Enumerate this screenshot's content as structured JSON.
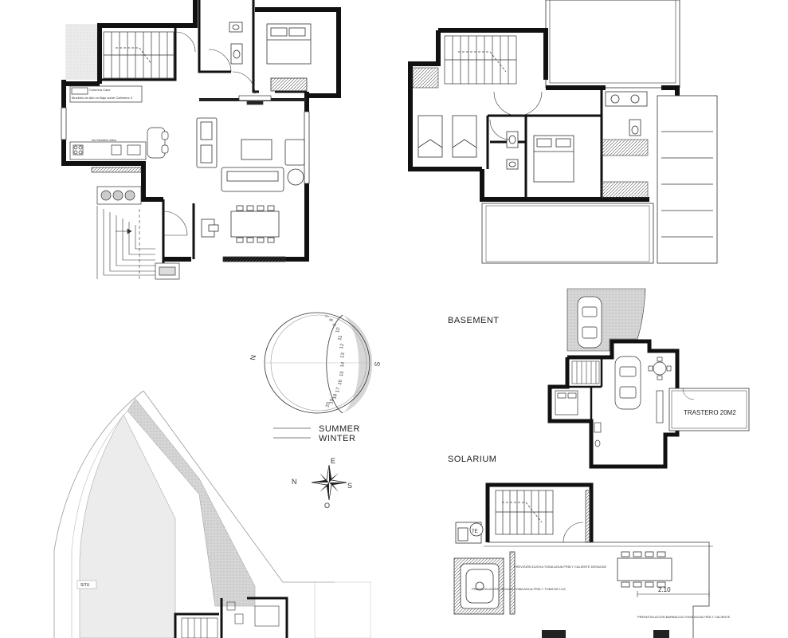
{
  "labels": {
    "basement": "BASEMENT",
    "solarium": "SOLARIUM",
    "trastero": "TRASTERO 20M2",
    "dimension": "2.10",
    "situ": "SITU"
  },
  "sun_legend": {
    "summer": "SUMMER",
    "winter": "WINTER",
    "west": "N",
    "east": "S",
    "hours": [
      "7",
      "8",
      "9",
      "10",
      "11",
      "12",
      "13",
      "14",
      "15",
      "16",
      "17",
      "18",
      "19",
      "20"
    ]
  },
  "compass": {
    "north_mark": "E",
    "west_mark": "N",
    "east_mark": "S",
    "south_mark": "O"
  },
  "kitchen": {
    "note_wall": "Muebles de Alto en Bajo sobre Catherine 2",
    "note_low": "No Muebles Altos",
    "appliance": "Columna Calor"
  },
  "solarium_notes": {
    "shower": "PREVISIÓN DUCHA TOMA AGUA FRÍA Y CALIENTE DESAGÜE",
    "jacuzzi": "PREINSTALACIÓN JACUZZI TOMA AGUA FRÍA Y TOMA DE LUZ",
    "grill": "PREINSTALACIÓN BARBACOA TOMA AGUA FRÍA Y CALIENTE"
  },
  "colors": {
    "wall": "#111111",
    "line": "#333333",
    "shade": "#d9d9d9"
  }
}
